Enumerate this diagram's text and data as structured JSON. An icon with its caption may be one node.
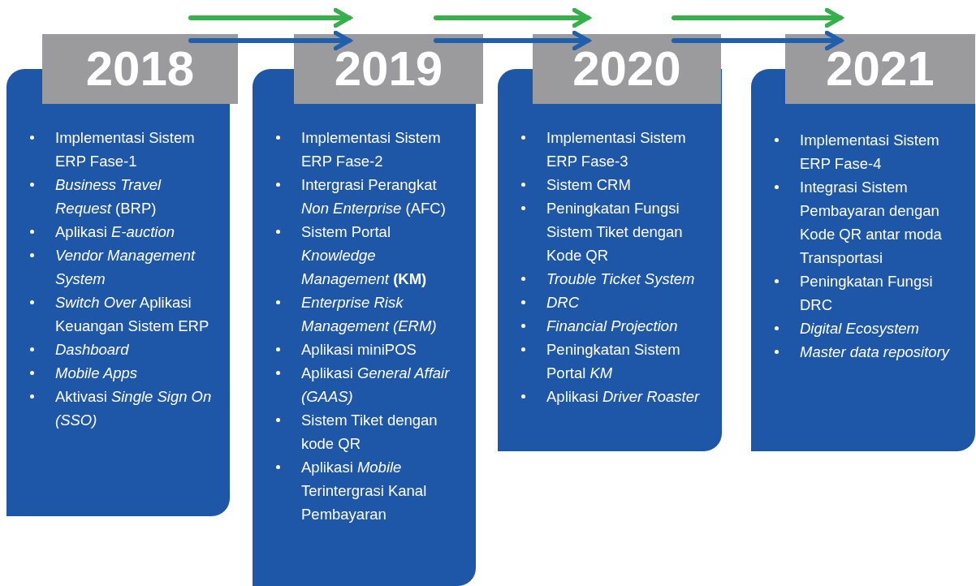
{
  "diagram": {
    "nodes": [
      {
        "text": [
          "2018"
        ]
      },
      {
        "text": [
          "Implementasi Sistem ERP Fase-1",
          "*Business Travel Request* (BRP)",
          "Aplikasi *E-auction*",
          "*Vendor Management System*",
          "*Switch Over* Aplikasi Keuangan Sistem ERP",
          "*Dashboard*",
          "*Mobile Apps*",
          "Aktivasi *Single Sign On (SSO)*"
        ]
      },
      {
        "text": [
          "2019"
        ]
      },
      {
        "text": [
          "Implementasi Sistem ERP Fase-2",
          "Intergrasi Perangkat *Non Enterprise* (AFC)",
          "Sistem Portal *Knowledge Management* **(KM)**",
          "*Enterprise Risk Management (ERM)*",
          "Aplikasi miniPOS",
          "Aplikasi *General Affair (GAAS)*",
          "Sistem Tiket dengan kode QR",
          "Aplikasi *Mobile* Terintergrasi Kanal Pembayaran"
        ]
      },
      {
        "text": [
          "2020"
        ]
      },
      {
        "text": [
          "Implementasi Sistem ERP Fase-3",
          "Sistem CRM",
          "Peningkatan Fungsi Sistem Tiket dengan Kode QR",
          "*Trouble Ticket System*",
          "*DRC*",
          "*Financial Projection*",
          "Peningkatan Sistem Portal *KM*",
          "Aplikasi *Driver Roaster*"
        ]
      },
      {
        "text": [
          "2021"
        ]
      },
      {
        "text": [
          "Implementasi Sistem ERP Fase-4",
          "Integrasi Sistem Pembayaran dengan Kode QR antar moda Transportasi",
          "Peningkatan Fungsi DRC",
          "*Digital Ecosystem*",
          "*Master data repository*"
        ]
      }
    ],
    "edges": [
      {
        "from": 0,
        "to": 2,
        "arrow": "to",
        "color": "#35b04a"
      },
      {
        "from": 0,
        "to": 2,
        "arrow": "to",
        "color": "#1f5fae"
      },
      {
        "from": 2,
        "to": 4,
        "arrow": "to",
        "color": "#35b04a"
      },
      {
        "from": 2,
        "to": 4,
        "arrow": "to",
        "color": "#1f5fae"
      },
      {
        "from": 4,
        "to": 6,
        "arrow": "to",
        "color": "#35b04a"
      },
      {
        "from": 4,
        "to": 6,
        "arrow": "to",
        "color": "#1f5fae"
      }
    ]
  }
}
